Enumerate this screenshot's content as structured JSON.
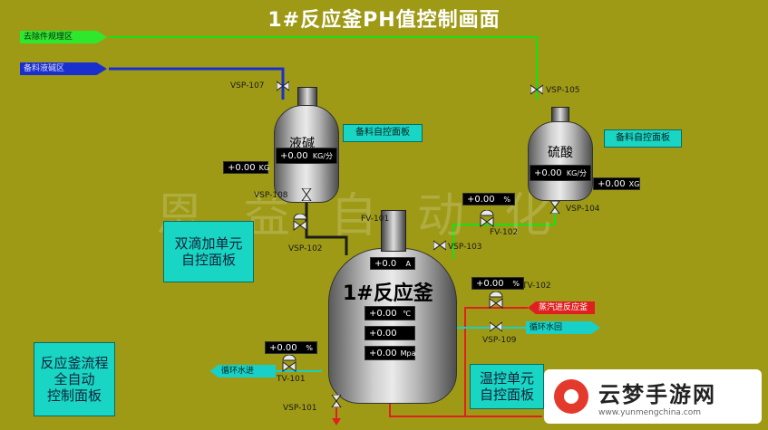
{
  "window": {
    "title": "1#反应釜PH值控制画面"
  },
  "flow_tags": {
    "top_green": "去除件规理区",
    "top_blue": "备料液碱区"
  },
  "tanks": {
    "caustic": "液碱",
    "acid": "硫酸",
    "reactor": "1#反应釜"
  },
  "buttons": {
    "caustic_panel": "备料自控面板",
    "acid_panel": "备料自控面板",
    "dosing_unit": "双滴加单元\n自控面板",
    "process_panel": "反应釜流程\n全自动\n控制面板",
    "temp_unit": "温控单元\n自控面板"
  },
  "valves": {
    "vsp107": "VSP-107",
    "vsp105": "VSP-105",
    "vsp108": "VSP-108",
    "vsp104": "VSP-104",
    "vsp102": "VSP-102",
    "vsp103": "VSP-103",
    "fv101": "FV-101",
    "fv102": "FV-102",
    "tv102": "TV-102",
    "vsp109": "VSP-109",
    "tv101": "TV-101",
    "vsp101": "VSP-101"
  },
  "readouts": {
    "caustic_rate": {
      "value": "+0.00",
      "unit": "KG/分"
    },
    "caustic_weight": {
      "value": "+0.00",
      "unit": "KG"
    },
    "acid_rate": {
      "value": "+0.00",
      "unit": "KG/分"
    },
    "acid_weight": {
      "value": "+0.00",
      "unit": "XG"
    },
    "fv102_pct": {
      "value": "+0.00",
      "unit": "%"
    },
    "agitator_current": {
      "value": "+0.0",
      "unit": "A"
    },
    "tv102_pct": {
      "value": "+0.00",
      "unit": "%"
    },
    "tv101_pct": {
      "value": "+0.00",
      "unit": "%"
    },
    "reactor_temp": {
      "value": "+0.00",
      "unit": "℃"
    },
    "reactor_ph": {
      "value": "+0.00",
      "unit": ""
    },
    "reactor_pressure": {
      "value": "+0.00",
      "unit": "Mpa"
    }
  },
  "line_tags": {
    "steam_in": "蒸汽进反应釜",
    "cooling_return": "循环水回",
    "cooling_in": "循环水进"
  },
  "watermark": "恩益自动化",
  "logo": {
    "name": "云梦手游网",
    "url": "www.yunmengchina.com"
  },
  "colors": {
    "background": "#9e9a16",
    "panel": "#19d6c4",
    "pipe_green": "#16e016",
    "pipe_blue": "#1a2fd0",
    "pipe_red": "#e02020",
    "pipe_cyan": "#18d0c8"
  }
}
